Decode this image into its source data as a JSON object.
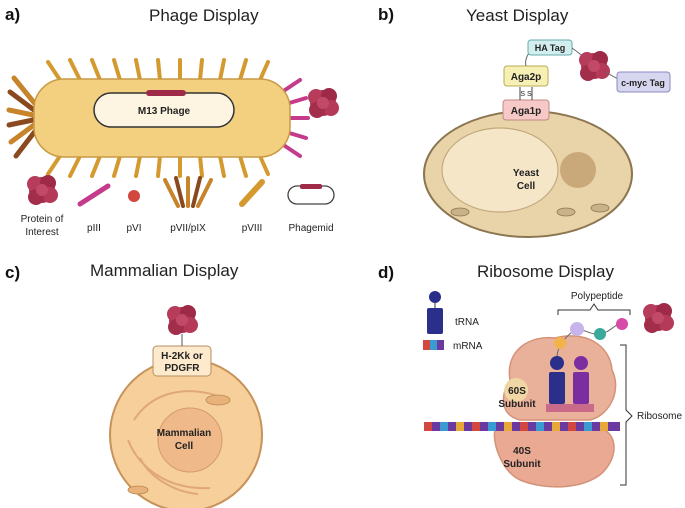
{
  "panels": {
    "a": {
      "letter": "a)",
      "title": "Phage Display",
      "phage_label": "M13 Phage",
      "legend": [
        "Protein of Interest",
        "pIII",
        "pVI",
        "pVII/pIX",
        "pVIII",
        "Phagemid"
      ]
    },
    "b": {
      "letter": "b)",
      "title": "Yeast Display",
      "ha_tag": "HA Tag",
      "aga2p": "Aga2p",
      "ss": "S S",
      "aga1p": "Aga1p",
      "cmyc_tag": "c-myc Tag",
      "cell_line1": "Yeast",
      "cell_line2": "Cell"
    },
    "c": {
      "letter": "c)",
      "title": "Mammalian Display",
      "anchor_line1": "H-2Kk or",
      "anchor_line2": "PDGFR",
      "cell_line1": "Mammalian",
      "cell_line2": "Cell"
    },
    "d": {
      "letter": "d)",
      "title": "Ribosome Display",
      "polypeptide": "Polypeptide",
      "trna": "tRNA",
      "mrna": "mRNA",
      "sub60_line1": "60S",
      "sub60_line2": "Subunit",
      "sub40_line1": "40S",
      "sub40_line2": "Subunit",
      "ribosome": "Ribosome"
    }
  },
  "colors": {
    "protein": "#b03a55",
    "phage_body": "#f3cf80",
    "pIII": "#c43b8c",
    "pVIII": "#d49a30",
    "yeast_cell": "#e9d3a8",
    "mammal_cell": "#f6cf9a",
    "ribosome": "#eab19a"
  }
}
